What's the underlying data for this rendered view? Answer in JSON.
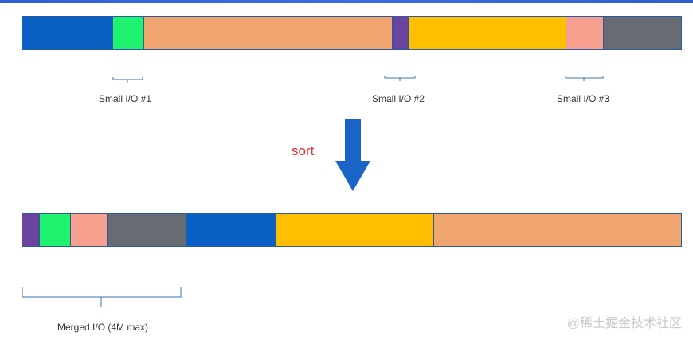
{
  "top_bar": {
    "segments": [
      {
        "color": "#0a5fc2",
        "weight": 114
      },
      {
        "color": "#1ef26f",
        "weight": 38
      },
      {
        "color": "#f0a46e",
        "weight": 313
      },
      {
        "color": "#6b44a0",
        "weight": 20
      },
      {
        "color": "#fdbf00",
        "weight": 198
      },
      {
        "color": "#f8a090",
        "weight": 46
      },
      {
        "color": "#666c72",
        "weight": 98
      }
    ]
  },
  "bottom_bar": {
    "segments": [
      {
        "color": "#6b44a0",
        "weight": 21
      },
      {
        "color": "#1ef26f",
        "weight": 38
      },
      {
        "color": "#f8a090",
        "weight": 46
      },
      {
        "color": "#666c72",
        "weight": 98
      },
      {
        "color": "#0a5fc2",
        "weight": 112
      },
      {
        "color": "#fdbf00",
        "weight": 198
      },
      {
        "color": "#f0a46e",
        "weight": 312
      }
    ]
  },
  "labels": {
    "small_io_1": "Small I/O #1",
    "small_io_2": "Small I/O #2",
    "small_io_3": "Small I/O #3",
    "sort": "sort",
    "merged_io": "Merged I/O (4M max)",
    "watermark": "@稀土掘金技术社区"
  },
  "colors": {
    "arrow": "#1a63c7",
    "sort_text": "#e03030",
    "bar_border": "#2c5aa0"
  }
}
